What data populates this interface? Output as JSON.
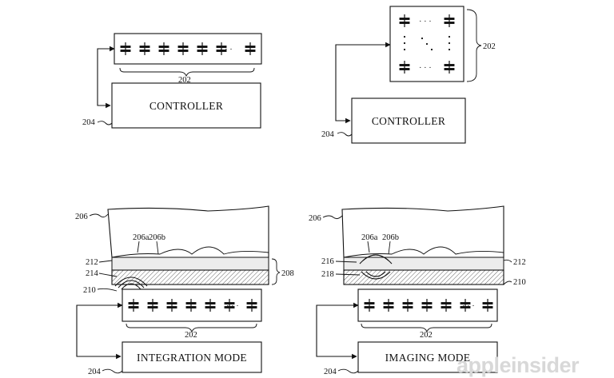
{
  "watermark": "appleinsider",
  "figures": {
    "top_left": {
      "controller_label": "CONTROLLER",
      "ref_array": "202",
      "ref_controller": "204"
    },
    "top_right": {
      "controller_label": "CONTROLLER",
      "ref_array": "202",
      "ref_controller": "204"
    },
    "bottom_left": {
      "mode_label": "INTEGRATION MODE",
      "ref_surface": "206",
      "ref_206a": "206a",
      "ref_206b": "206b",
      "ref_212": "212",
      "ref_214": "214",
      "ref_210": "210",
      "ref_208": "208",
      "ref_array": "202",
      "ref_controller": "204"
    },
    "bottom_right": {
      "mode_label": "IMAGING MODE",
      "ref_surface": "206",
      "ref_206a": "206a",
      "ref_206b": "206b",
      "ref_216": "216",
      "ref_218": "218",
      "ref_212": "212",
      "ref_210": "210",
      "ref_array": "202",
      "ref_controller": "204"
    }
  }
}
